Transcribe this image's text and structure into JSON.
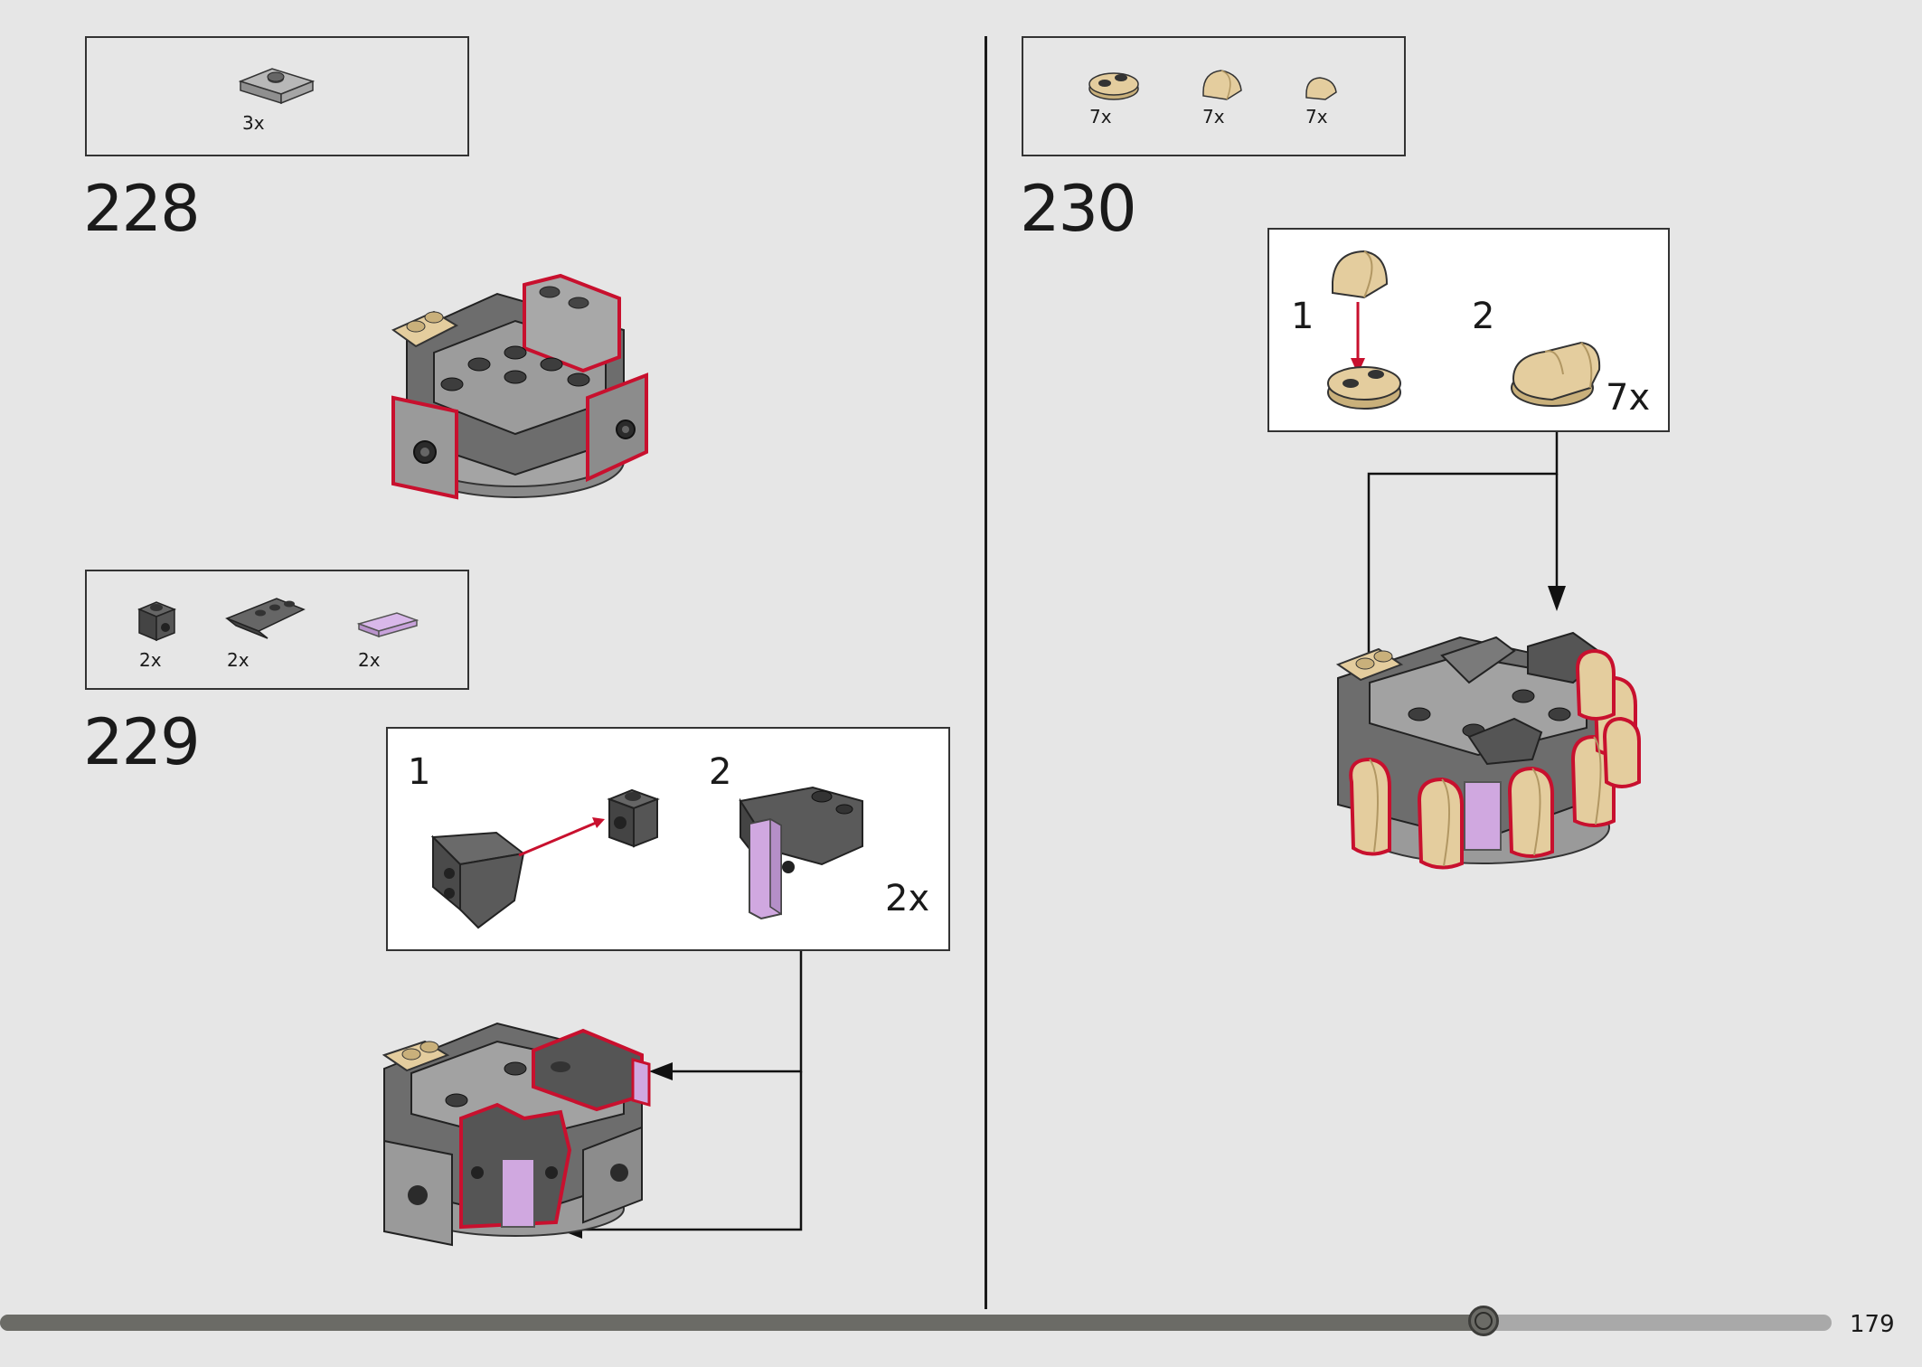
{
  "colors": {
    "background": "#e6e6e6",
    "highlight": "#c8102e",
    "dark_bluish_gray": "#5a5a5a",
    "light_bluish_gray": "#a0a0a0",
    "tan": "#e4cd9e",
    "lavender": "#d0a8e0",
    "black": "#1a1a1a"
  },
  "steps": {
    "s228": {
      "number": "228",
      "parts": [
        {
          "qty": "3x",
          "icon": "light-gray-jumper-plate-icon"
        }
      ]
    },
    "s229": {
      "number": "229",
      "parts": [
        {
          "qty": "2x",
          "icon": "dark-gray-brick-1x1-stud-icon"
        },
        {
          "qty": "2x",
          "icon": "dark-gray-inverted-slope-icon"
        },
        {
          "qty": "2x",
          "icon": "lavender-tile-icon"
        }
      ],
      "subassembly": {
        "sub1": "1",
        "sub2": "2",
        "multiplier": "2x"
      }
    },
    "s230": {
      "number": "230",
      "parts": [
        {
          "qty": "7x",
          "icon": "tan-plate-2-stud-icon"
        },
        {
          "qty": "7x",
          "icon": "tan-curved-slope-icon"
        },
        {
          "qty": "7x",
          "icon": "tan-small-curved-slope-icon"
        }
      ],
      "subassembly": {
        "sub1": "1",
        "sub2": "2",
        "multiplier": "7x"
      }
    }
  },
  "progress": {
    "fraction": 0.81
  },
  "page_number": "179"
}
